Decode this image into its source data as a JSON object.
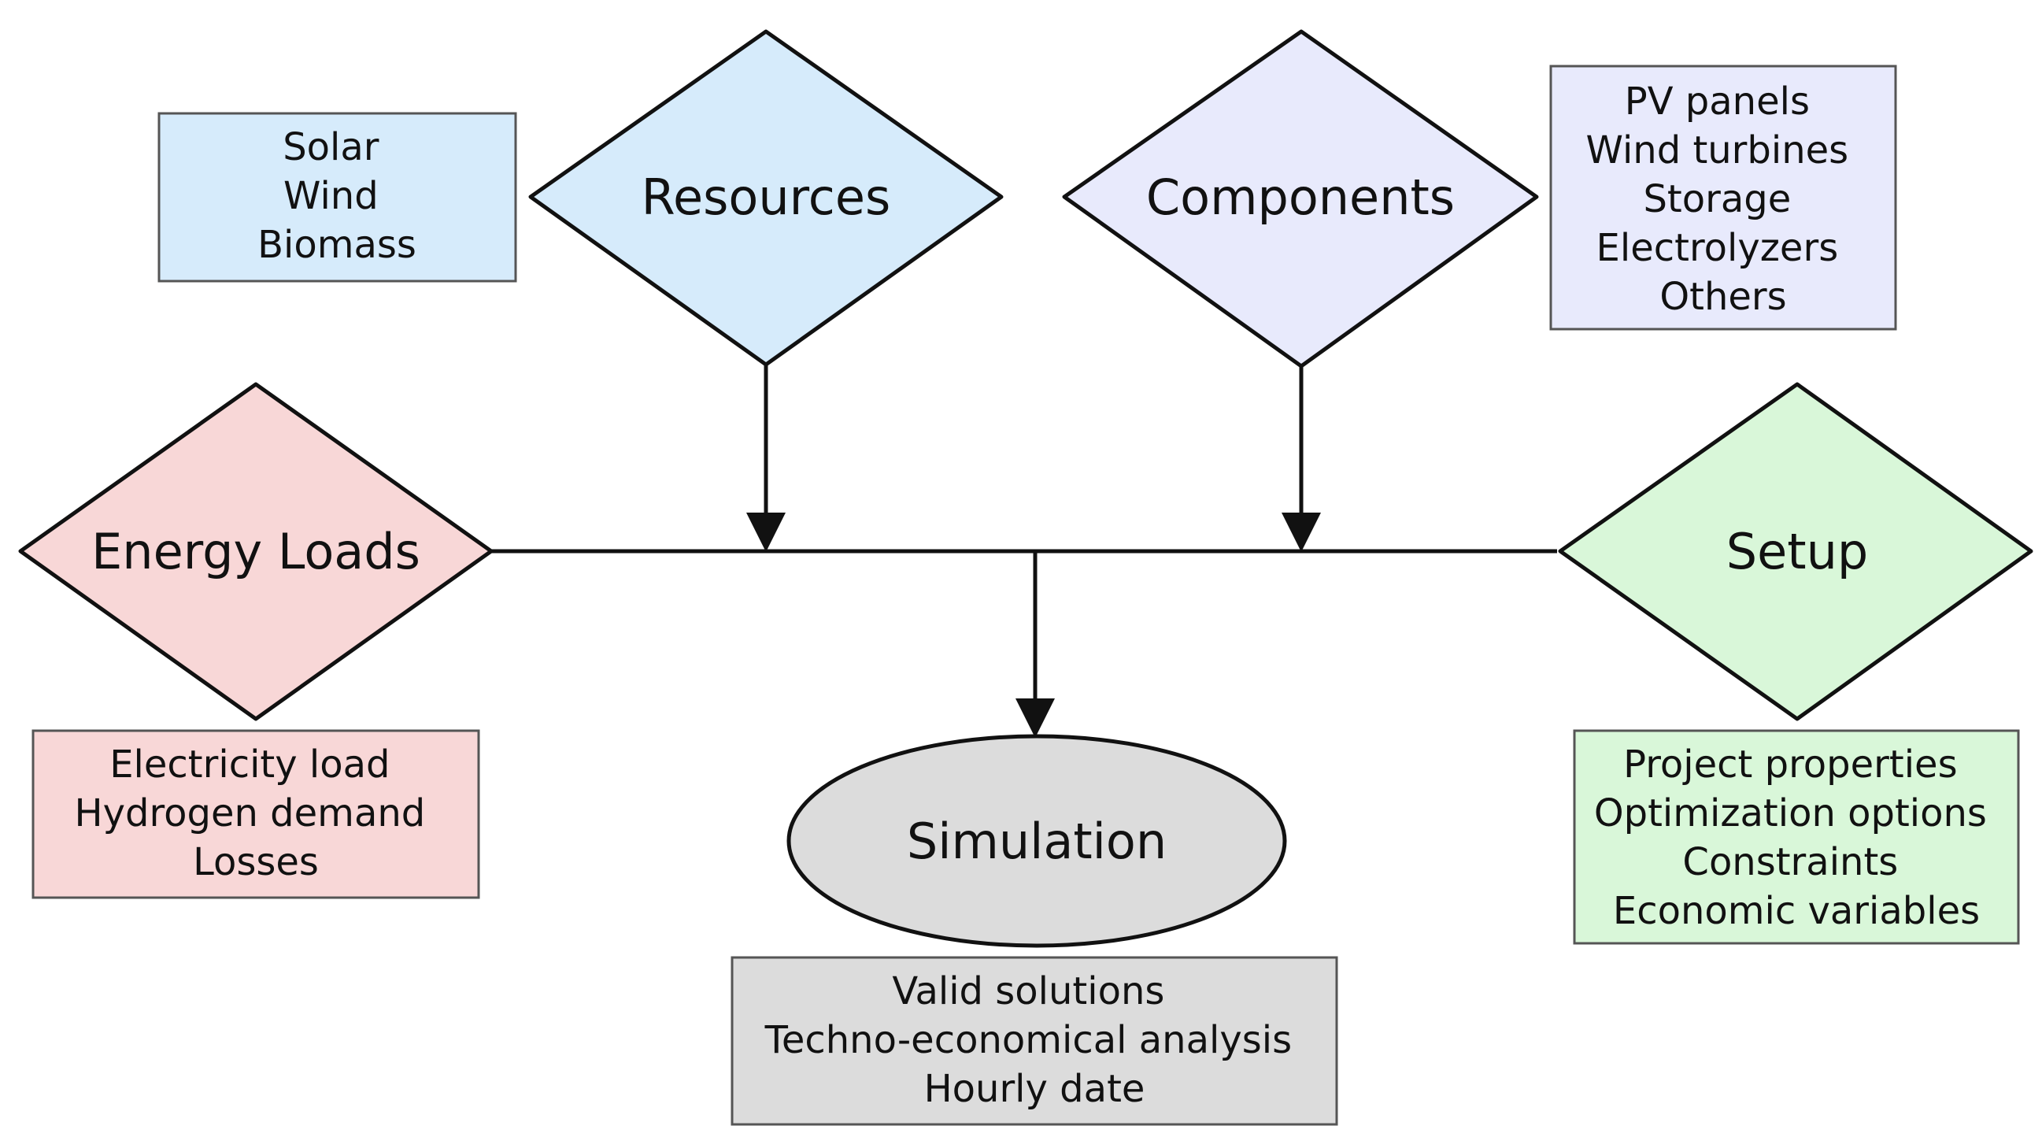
{
  "nodes": {
    "resources": {
      "label": "Resources",
      "items": [
        "Solar",
        "Wind",
        "Biomass"
      ],
      "fill": "#d6ebfb",
      "box_fill": "#d6ebfb"
    },
    "components": {
      "label": "Components",
      "items": [
        "PV panels",
        "Wind turbines",
        "Storage",
        "Electrolyzers",
        "Others"
      ],
      "fill": "#e8eafc",
      "box_fill": "#e8eafc"
    },
    "energy_loads": {
      "label": "Energy Loads",
      "items": [
        "Electricity load",
        "Hydrogen demand",
        "Losses"
      ],
      "fill": "#f8d7d7",
      "box_fill": "#f8d7d7"
    },
    "setup": {
      "label": "Setup",
      "items": [
        "Project properties",
        "Optimization options",
        "Constraints",
        "Economic variables"
      ],
      "fill": "#d9f7d9",
      "box_fill": "#d9f7d9"
    },
    "simulation": {
      "label": "Simulation",
      "items": [
        "Valid solutions",
        "Techno-economical analysis",
        "Hourly date"
      ],
      "fill": "#dcdcdc",
      "box_fill": "#dcdcdc"
    }
  },
  "edges": [
    {
      "from": "resources",
      "to": "bus"
    },
    {
      "from": "components",
      "to": "bus"
    },
    {
      "from": "energy_loads",
      "to": "bus"
    },
    {
      "from": "setup",
      "to": "bus"
    },
    {
      "from": "bus",
      "to": "simulation"
    }
  ]
}
